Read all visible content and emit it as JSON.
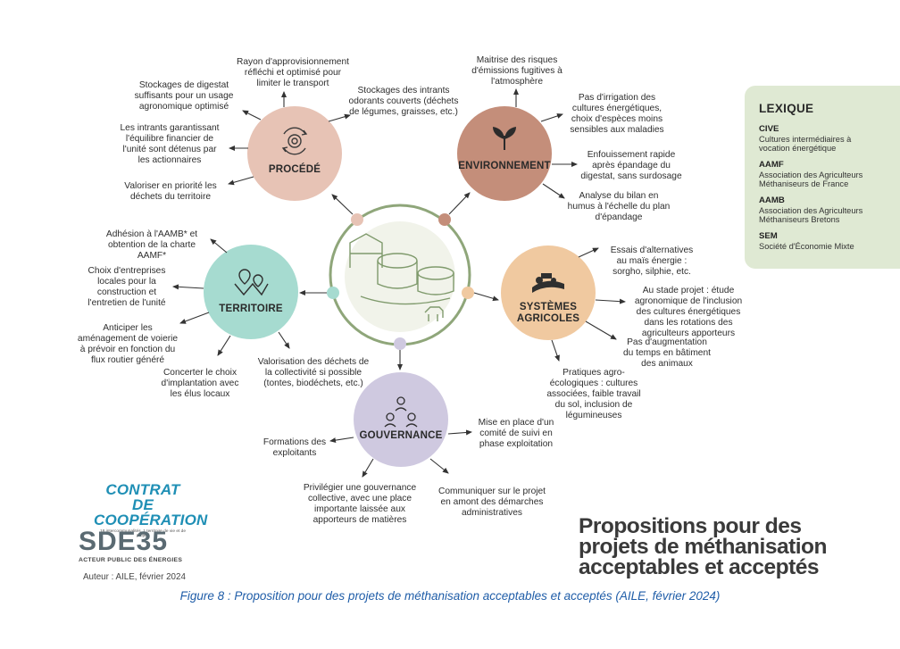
{
  "colors": {
    "procede": "#e7c3b5",
    "environnement": "#c48e7a",
    "territoire": "#a6dbd0",
    "systemes": "#f0c9a0",
    "gouvernance": "#cfc9e0",
    "ring": "#8fa67a",
    "lexique_bg": "#dfe9d3",
    "caption": "#1f5da8"
  },
  "hubs": {
    "procede": {
      "label": "PROCÉDÉ",
      "icon": "gear-cycle-icon"
    },
    "environnement": {
      "label": "ENVIRONNEMENT",
      "icon": "sprout-icon"
    },
    "territoire": {
      "label": "TERRITOIRE",
      "icon": "map-pins-icon"
    },
    "systemes": {
      "label": "SYSTÈMES\nAGRICOLES",
      "icon": "tractor-field-icon"
    },
    "gouvernance": {
      "label": "GOUVERNANCE",
      "icon": "people-network-icon"
    }
  },
  "procede_items": [
    "Rayon d'approvisionnement\nréfléchi et optimisé pour\nlimiter le transport",
    "Stockages de digestat\nsuffisants pour un usage\nagronomique optimisé",
    "Stockages des intrants\nodorants couverts (déchets\nde légumes, graisses, etc.)",
    "Les intrants garantissant\nl'équilibre financier de\nl'unité sont détenus par\nles actionnaires",
    "Valoriser en priorité les\ndéchets du territoire"
  ],
  "environnement_items": [
    "Maitrise des risques\nd'émissions fugitives à\nl'atmosphère",
    "Pas d'irrigation des\ncultures énergétiques,\nchoix d'espèces moins\nsensibles aux maladies",
    "Enfouissement rapide\naprès épandage du\ndigestat, sans surdosage",
    "Analyse du bilan en\nhumus à l'échelle du plan\nd'épandage"
  ],
  "territoire_items": [
    "Adhésion à l'AAMB* et\nobtention de la charte\nAAMF*",
    "Choix d'entreprises\nlocales pour la\nconstruction et\nl'entretien de l'unité",
    "Anticiper les\naménagement de voierie\nà prévoir en fonction du\nflux routier généré",
    "Concerter le choix\nd'implantation avec\nles élus locaux",
    "Valorisation des déchets de\nla collectivité si possible\n(tontes, biodéchets, etc.)"
  ],
  "systemes_items": [
    "Essais d'alternatives\nau maïs énergie :\nsorgho, silphie,  etc.",
    "Au stade projet : étude\nagronomique de l'inclusion\ndes cultures énergétiques\ndans les rotations des\nagriculteurs apporteurs",
    "Pas d'augmentation\ndu temps en bâtiment\ndes animaux",
    "Pratiques agro-\nécologiques : cultures\nassociées, faible travail\ndu sol, inclusion de\nlégumineuses"
  ],
  "gouvernance_items": [
    "Mise en place d'un\ncomité de suivi en\nphase exploitation",
    "Formations des\nexploitants",
    "Privilégier une gouvernance\ncollective, avec une place\nimportante laissée aux\napporteurs de matières",
    "Communiquer sur le projet\nen amont des démarches\nadministratives"
  ],
  "lexique": {
    "title": "LEXIQUE",
    "entries": [
      {
        "abbr": "CIVE",
        "def": "Cultures intermédiaires à\nvocation énergétique"
      },
      {
        "abbr": "AAMF",
        "def": "Association des Agriculteurs\nMéthaniseurs de France"
      },
      {
        "abbr": "AAMB",
        "def": "Association des Agriculteurs\nMéthaniseurs Bretons"
      },
      {
        "abbr": "SEM",
        "def": "Société d'Économie Mixte"
      }
    ]
  },
  "title": "Propositions pour des\nprojets de méthanisation\nacceptables et acceptés",
  "logos": {
    "contrat_main": "CONTRAT DE\nCOOPÉRATION",
    "contrat_sub": "18 intercommunalités, 1 territoire de vie et de projets",
    "sde_main": "SDE35",
    "sde_sub": "ACTEUR PUBLIC DES ÉNERGIES"
  },
  "author": "Auteur : AILE, février 2024",
  "caption": "Figure 8 : Proposition pour des projets de méthanisation acceptables et acceptés (AILE, février 2024)"
}
